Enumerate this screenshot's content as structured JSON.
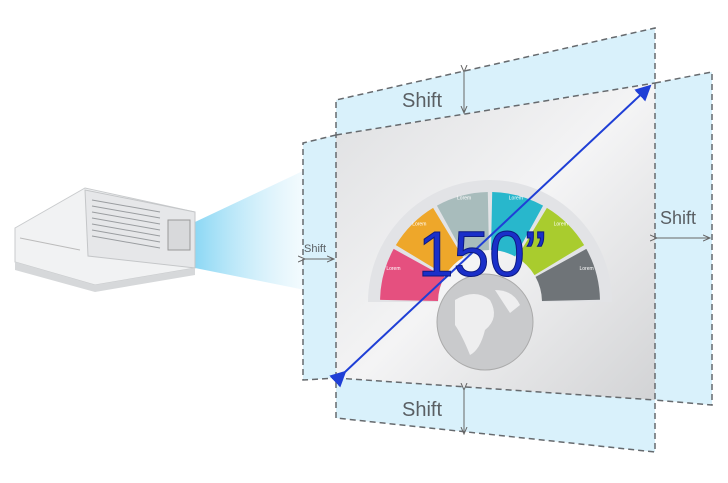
{
  "labels": {
    "shift_top": "Shift",
    "shift_bottom": "Shift",
    "shift_left": "Shift",
    "shift_right": "Shift",
    "diagonal_size": "150”"
  },
  "screen_content": {
    "segments": [
      {
        "label": "Lorem",
        "color": "#e5507f"
      },
      {
        "label": "Lorem",
        "color": "#eea72a"
      },
      {
        "label": "Lorem",
        "color": "#a8bcbc"
      },
      {
        "label": "Lorem",
        "color": "#28b7cc"
      },
      {
        "label": "Lorem",
        "color": "#a9cc2e"
      },
      {
        "label": "Lorem",
        "color": "#6f7478"
      }
    ]
  },
  "colors": {
    "arrow": "#1f3fd6",
    "shift_fill": "#d9f1fb",
    "dash": "#666a6e"
  }
}
